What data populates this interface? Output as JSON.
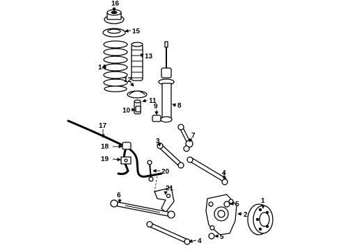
{
  "diagram": {
    "callouts": {
      "c1": "1",
      "c2": "2",
      "c3": "3",
      "c4a": "4",
      "c4b": "4",
      "c5a": "5",
      "c5b": "5",
      "c6": "6",
      "c7": "7",
      "c8": "8",
      "c9": "9",
      "c10": "10",
      "c11": "11",
      "c12": "12",
      "c13": "13",
      "c14": "14",
      "c15": "15",
      "c16": "16",
      "c17": "17",
      "c18": "18",
      "c19": "19",
      "c20": "20",
      "c21": "21"
    }
  }
}
